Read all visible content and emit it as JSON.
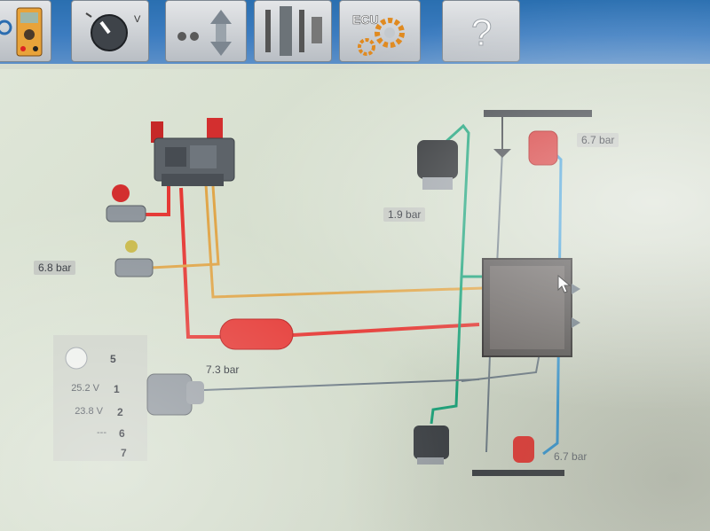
{
  "toolbar": {
    "buttons": [
      {
        "name": "multimeter-tool"
      },
      {
        "name": "rotary-switch-tool"
      },
      {
        "name": "adjust-values-tool"
      },
      {
        "name": "valve-control-tool"
      },
      {
        "name": "ecu-settings-tool",
        "label": "ECU"
      },
      {
        "name": "help-tool",
        "label": "?"
      }
    ]
  },
  "diagram": {
    "pressures": {
      "reservoir_main": "7.3 bar",
      "valve_left": "6.8 bar",
      "chamber_top": "1.9 bar",
      "chamber_right": "6.7 bar",
      "reservoir_bottom_right": "6.7 bar"
    },
    "connector": {
      "pins": [
        {
          "number": "5",
          "value": ""
        },
        {
          "number": "1",
          "value": "25.2 V"
        },
        {
          "number": "2",
          "value": "23.8 V"
        },
        {
          "number": "6",
          "value": "---"
        },
        {
          "number": "7",
          "value": ""
        }
      ]
    },
    "colors": {
      "air_line_red": "#e53935",
      "air_line_orange": "#e0a64a",
      "air_line_green": "#1aa37a",
      "air_line_blue": "#3b9bd6",
      "signal_line": "#6d7b86"
    }
  }
}
